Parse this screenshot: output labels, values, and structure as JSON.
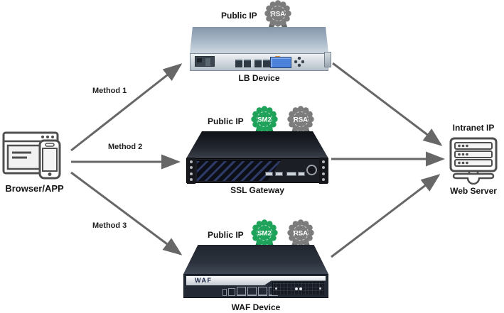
{
  "client": {
    "label": "Browser/APP"
  },
  "methods": [
    {
      "label": "Method 1"
    },
    {
      "label": "Method 2"
    },
    {
      "label": "Method 3"
    }
  ],
  "nodes": [
    {
      "ip_label": "Public IP",
      "device_label": "LB Device",
      "badges": [
        "RSA"
      ]
    },
    {
      "ip_label": "Public IP",
      "device_label": "SSL Gateway",
      "badges": [
        "SM2",
        "RSA"
      ]
    },
    {
      "ip_label": "Public IP",
      "device_label": "WAF Device",
      "badges": [
        "SM2",
        "RSA"
      ],
      "panel_text": "WAF"
    }
  ],
  "server": {
    "ip_label": "Intranet IP",
    "label": "Web Server"
  },
  "colors": {
    "sm2_badge": "#1fa35a",
    "sm2_ribbon": "#178a4a",
    "rsa_badge": "#7c7c7c",
    "rsa_ribbon": "#686868",
    "arrow": "#676767",
    "outline_icon": "#4f4f4f"
  }
}
